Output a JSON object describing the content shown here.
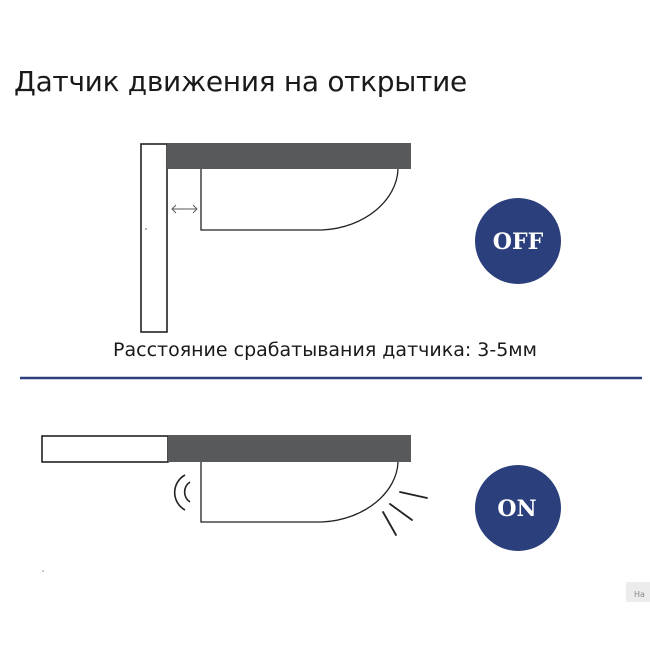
{
  "title": "Датчик движения на открытие",
  "caption": "Расстояние срабатывания датчика: 3-5мм",
  "states": {
    "off": {
      "label": "OFF"
    },
    "on": {
      "label": "ON"
    }
  },
  "colors": {
    "badge": "#2b3f7d",
    "divider": "#2b3f7d",
    "shelf": "#58595b",
    "outline": "#222222"
  },
  "corner_tab": {
    "text": "Ha"
  }
}
